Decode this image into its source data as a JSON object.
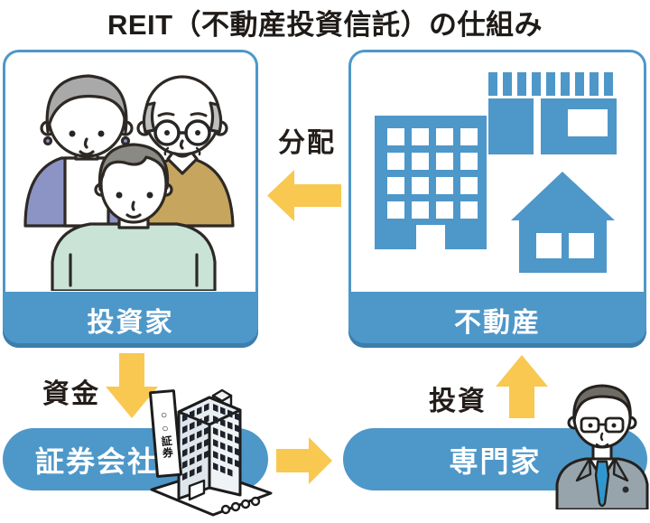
{
  "title": "REIT（不動産投資信託）の仕組み",
  "colors": {
    "blue": "#4E97C9",
    "blue_dark": "#3D86B4",
    "arrow_yellow": "#F9C851",
    "ink": "#231D1A",
    "label_text": "#FFFFFF"
  },
  "boxes": {
    "investors": {
      "label": "投資家",
      "icon": "family-icon"
    },
    "real_estate": {
      "label": "不動産",
      "icon": "buildings-icon"
    },
    "securities": {
      "label": "証券会社",
      "sign_text": "○○証券",
      "icon": "securities-building-icon"
    },
    "experts": {
      "label": "専門家",
      "icon": "businessman-icon"
    }
  },
  "flows": {
    "distribution": {
      "label": "分配",
      "direction": "left",
      "from": "不動産",
      "to": "投資家"
    },
    "funds": {
      "label": "資金",
      "direction": "down",
      "from": "投資家",
      "to": "証券会社"
    },
    "order": {
      "label": "",
      "direction": "right",
      "from": "証券会社",
      "to": "専門家"
    },
    "investment": {
      "label": "投資",
      "direction": "up",
      "from": "専門家",
      "to": "不動産"
    }
  }
}
